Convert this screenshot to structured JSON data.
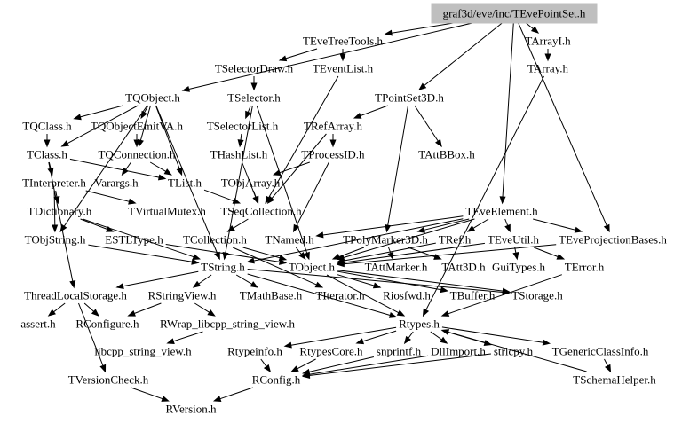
{
  "diagram": {
    "root": "graf3d/eve/inc/TEvePointSet.h",
    "nodes": [
      "graf3d/eve/inc/TEvePointSet.h",
      "TEveTreeTools.h",
      "TArrayI.h",
      "TSelectorDraw.h",
      "TEventList.h",
      "TArray.h",
      "TQObject.h",
      "TSelector.h",
      "TPointSet3D.h",
      "TQClass.h",
      "TQObjectEmitVA.h",
      "TSelectorList.h",
      "TRefArray.h",
      "TClass.h",
      "TQConnection.h",
      "THashList.h",
      "TProcessID.h",
      "TAttBBox.h",
      "TInterpreter.h",
      "Varargs.h",
      "TList.h",
      "TObjArray.h",
      "TDictionary.h",
      "TVirtualMutex.h",
      "TSeqCollection.h",
      "TEveElement.h",
      "TObjString.h",
      "ESTLType.h",
      "TCollection.h",
      "TNamed.h",
      "TPolyMarker3D.h",
      "TRef.h",
      "TEveUtil.h",
      "TEveProjectionBases.h",
      "TString.h",
      "TObject.h",
      "TAttMarker.h",
      "TAtt3D.h",
      "GuiTypes.h",
      "TError.h",
      "ThreadLocalStorage.h",
      "RStringView.h",
      "TMathBase.h",
      "TIterator.h",
      "Riosfwd.h",
      "TBuffer.h",
      "TStorage.h",
      "assert.h",
      "RConfigure.h",
      "RWrap_libcpp_string_view.h",
      "Rtypes.h",
      "libcpp_string_view.h",
      "Rtypeinfo.h",
      "RtypesCore.h",
      "snprintf.h",
      "DllImport.h",
      "strlcpy.h",
      "TGenericClassInfo.h",
      "TVersionCheck.h",
      "RConfig.h",
      "TSchemaHelper.h",
      "RVersion.h"
    ]
  }
}
